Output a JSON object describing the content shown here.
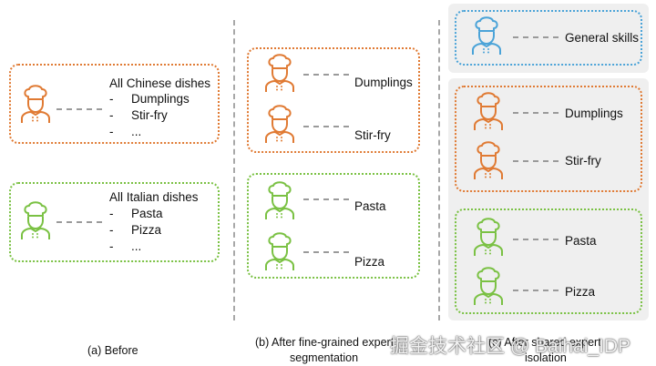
{
  "panel_a": {
    "caption": "(a) Before",
    "chinese": {
      "title": "All Chinese dishes",
      "items": [
        "Dumplings",
        "Stir-fry",
        "..."
      ]
    },
    "italian": {
      "title": "All Italian dishes",
      "items": [
        "Pasta",
        "Pizza",
        "..."
      ]
    },
    "bullet": "-"
  },
  "panel_b": {
    "caption_line1": "(b) After fine-grained expert",
    "caption_line2": "segmentation",
    "labels": [
      "Dumplings",
      "Stir-fry",
      "Pasta",
      "Pizza"
    ]
  },
  "panel_c": {
    "caption_line1": "(c) After shared expert",
    "caption_line2": "isolation",
    "labels": [
      "General skills",
      "Dumplings",
      "Stir-fry",
      "Pasta",
      "Pizza"
    ]
  },
  "watermark": "掘金技术社区 @ Baihai_IDP",
  "colors": {
    "orange": "#e07a33",
    "green": "#7ac143",
    "blue": "#4aa3d8"
  },
  "icons": [
    "chef-icon"
  ]
}
